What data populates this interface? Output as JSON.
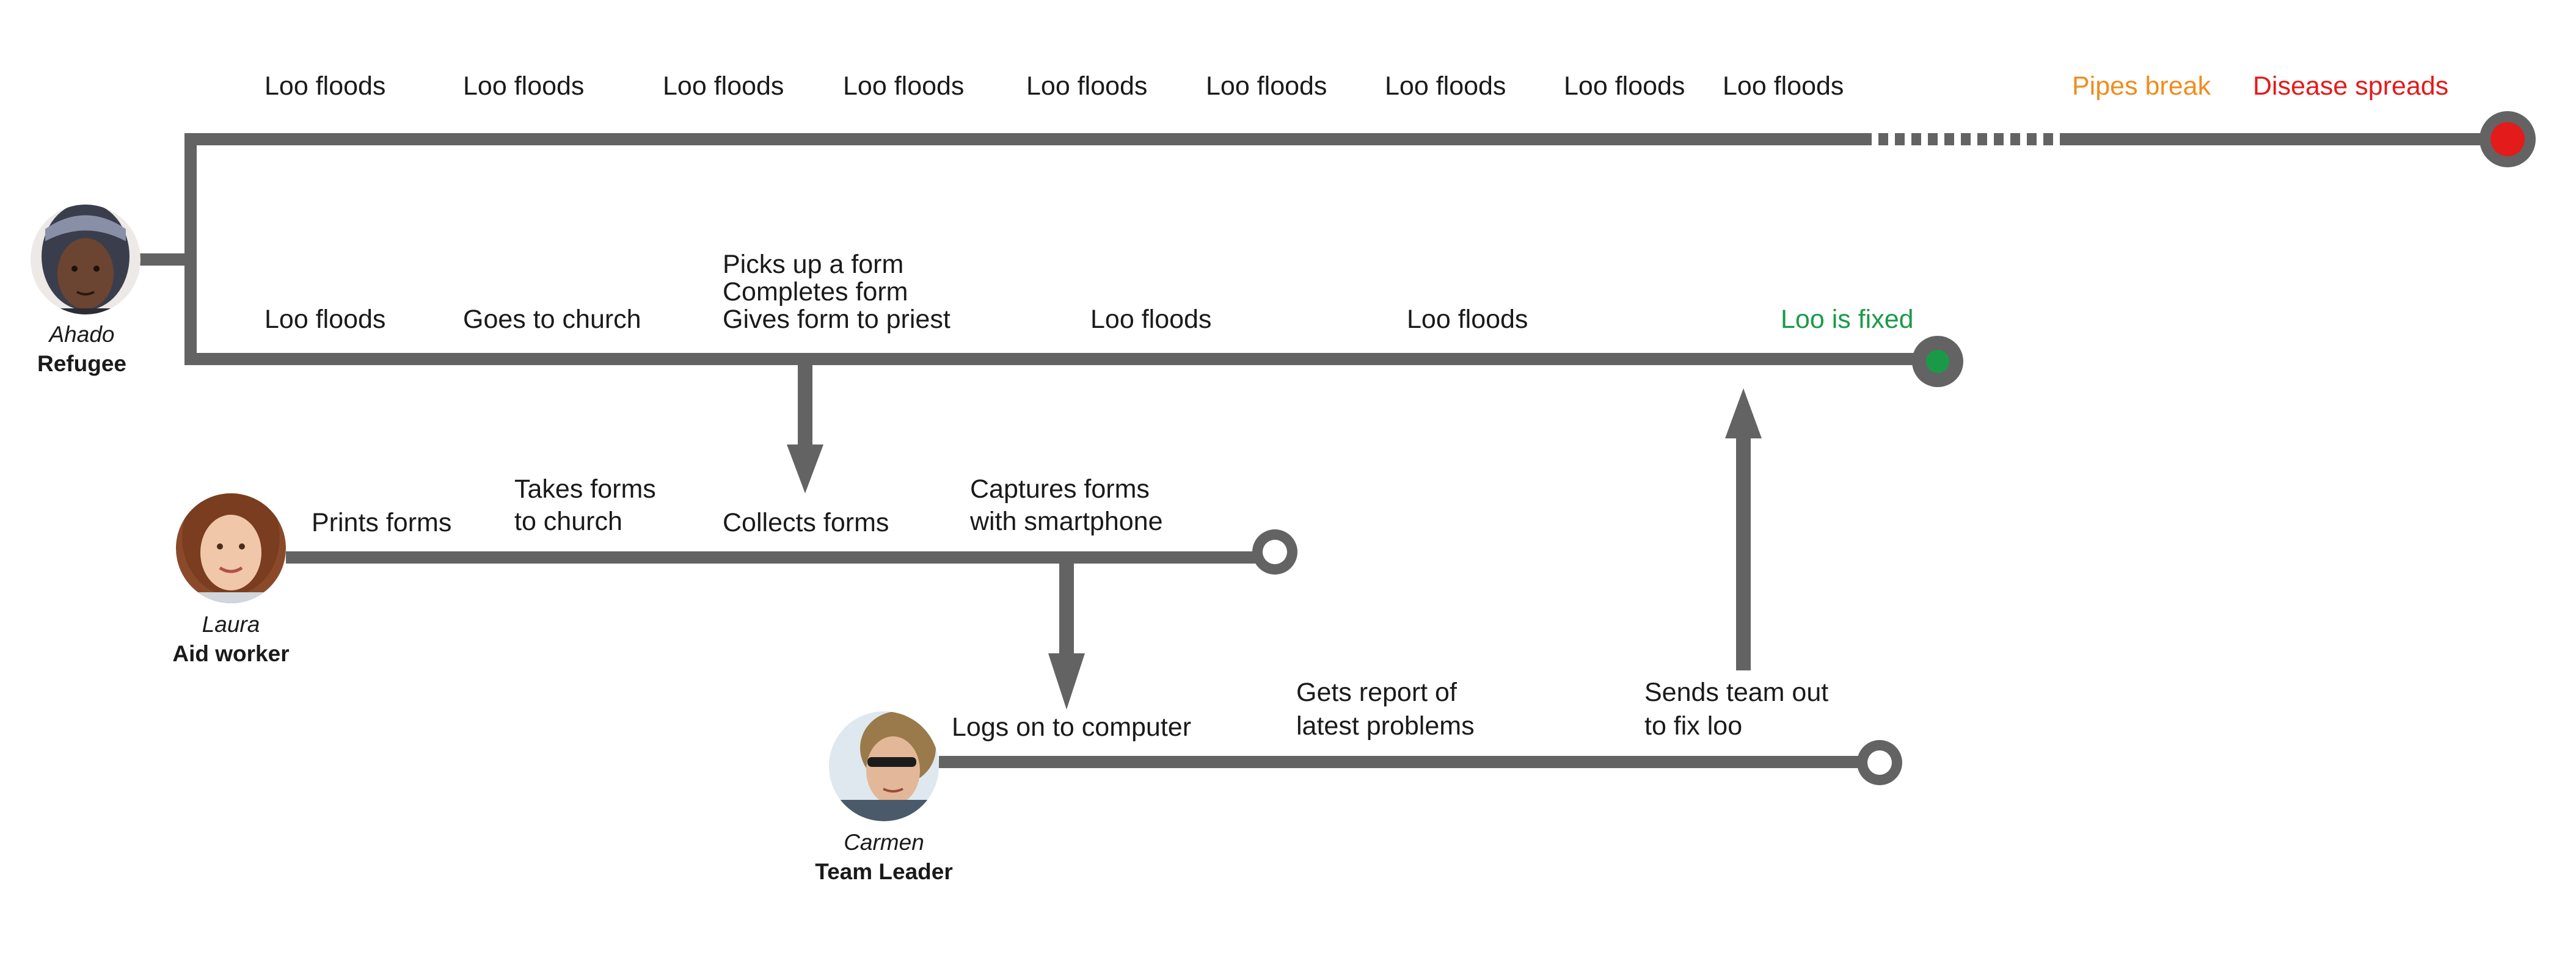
{
  "people": {
    "ahado": {
      "name": "Ahado",
      "role": "Refugee"
    },
    "laura": {
      "name": "Laura",
      "role": "Aid worker"
    },
    "carmen": {
      "name": "Carmen",
      "role": "Team Leader"
    }
  },
  "timeline_top": {
    "steps": [
      "Loo floods",
      "Loo floods",
      "Loo floods",
      "Loo floods",
      "Loo floods",
      "Loo floods",
      "Loo floods",
      "Loo floods",
      "Loo floods"
    ],
    "pipes_break": "Pipes break",
    "disease_spreads": "Disease spreads"
  },
  "timeline_refugee": {
    "loo_floods_1": "Loo floods",
    "goes_to_church": "Goes to church",
    "form_steps": [
      "Picks up a form",
      "Completes form",
      "Gives form to priest"
    ],
    "loo_floods_2": "Loo floods",
    "loo_floods_3": "Loo floods",
    "loo_is_fixed": "Loo is fixed"
  },
  "timeline_aid": {
    "prints_forms": "Prints forms",
    "takes_forms": [
      "Takes forms",
      "to church"
    ],
    "collects_forms": "Collects forms",
    "captures_forms": [
      "Captures forms",
      "with smartphone"
    ]
  },
  "timeline_leader": {
    "logs_on": "Logs on to computer",
    "gets_report": [
      "Gets report of",
      "latest problems"
    ],
    "sends_team": [
      "Sends team out",
      "to fix loo"
    ]
  },
  "colors": {
    "line": "#636363",
    "pipes_break": "#f08c1e",
    "disease_spreads": "#e31b1b",
    "loo_fixed": "#1a9a48",
    "bad_end_dot": "#e31b1b",
    "good_end_dot": "#1a9a48"
  }
}
